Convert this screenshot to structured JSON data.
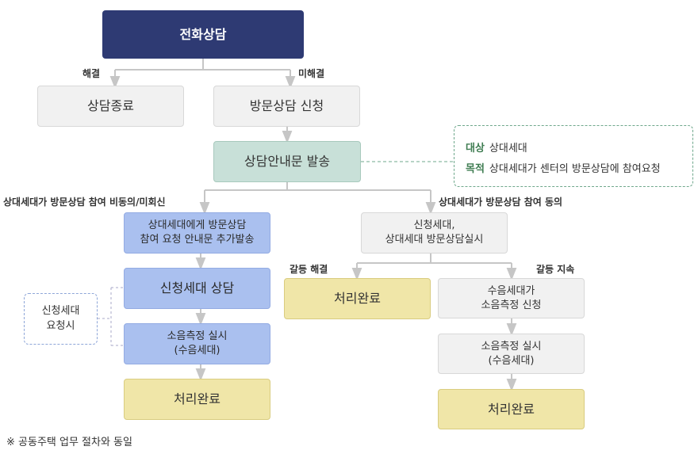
{
  "nodes": {
    "phone": "전화상담",
    "end_consult": "상담종료",
    "visit_request": "방문상담 신청",
    "guide_send": "상담안내문 발송",
    "extra_send": [
      "상대세대에게 방문상담",
      "참여 요청 안내문 추가발송"
    ],
    "applicant_consult": "신청세대 상담",
    "noise_left": [
      "소음측정 실시",
      "(수음세대)"
    ],
    "done_left": "처리완료",
    "both_visit": [
      "신청세대,",
      "상대세대 방문상담실시"
    ],
    "done_mid": "처리완료",
    "receiver_apply": [
      "수음세대가",
      "소음측정 신청"
    ],
    "noise_right": [
      "소음측정 실시",
      "(수음세대)"
    ],
    "done_right": "처리완료"
  },
  "labels": {
    "resolved": "해결",
    "unresolved": "미해결",
    "no_consent": "상대세대가 방문상담 참여 비동의/미회신",
    "consent": "상대세대가 방문상담 참여 동의",
    "conflict_resolved": "갈등 해결",
    "conflict_continue": "갈등 지속"
  },
  "note": {
    "target_key": "대상",
    "target_val": "상대세대",
    "purpose_key": "목적",
    "purpose_val": "상대세대가 센터의 방문상담에 참여요청"
  },
  "side_note": [
    "신청세대",
    "요청시"
  ],
  "footer": "※ 공동주택 업무 절차와 동일",
  "colors": {
    "navy": "#2e3a73",
    "gray": "#f1f1f1",
    "teal": "#c8e0d8",
    "blue": "#aac0ef",
    "yellow": "#f0e6a8",
    "connector": "#c6c6c6",
    "note_accent": "#3f7d52"
  }
}
